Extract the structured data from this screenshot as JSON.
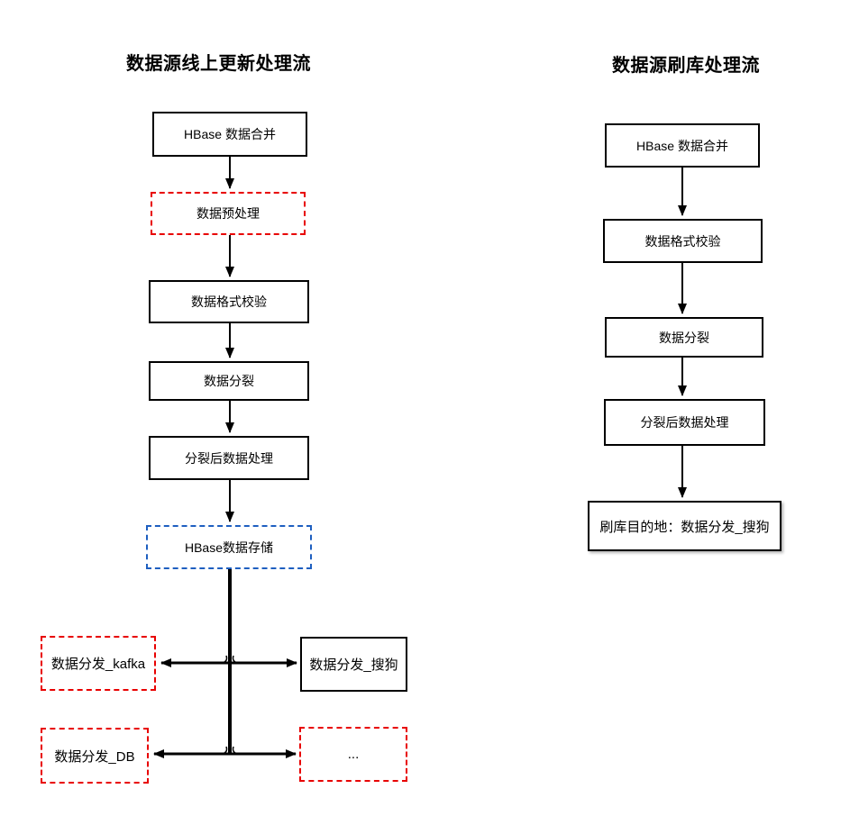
{
  "page": {
    "background": "#ffffff"
  },
  "colors": {
    "solid_box_border": "#000000",
    "red_dashed_border": "#e80000",
    "blue_dashed_border": "#1e5fc0",
    "connector_line": "#000000",
    "text": "#000000"
  },
  "left_flow": {
    "title": "数据源线上更新处理流",
    "nodes": {
      "hbase_merge": "HBase 数据合并",
      "preprocess": "数据预处理",
      "format_check": "数据格式校验",
      "split": "数据分裂",
      "post_split": "分裂后数据处理",
      "hbase_storage": "HBase数据存储",
      "dispatch_kafka": "数据分发_kafka",
      "dispatch_sogou": "数据分发_搜狗",
      "dispatch_db": "数据分发_DB",
      "dispatch_more": "..."
    }
  },
  "right_flow": {
    "title": "数据源刷库处理流",
    "nodes": {
      "hbase_merge": "HBase 数据合并",
      "format_check": "数据格式校验",
      "split": "数据分裂",
      "post_split": "分裂后数据处理",
      "destination": "刷库目的地：数据分发_搜狗"
    }
  }
}
